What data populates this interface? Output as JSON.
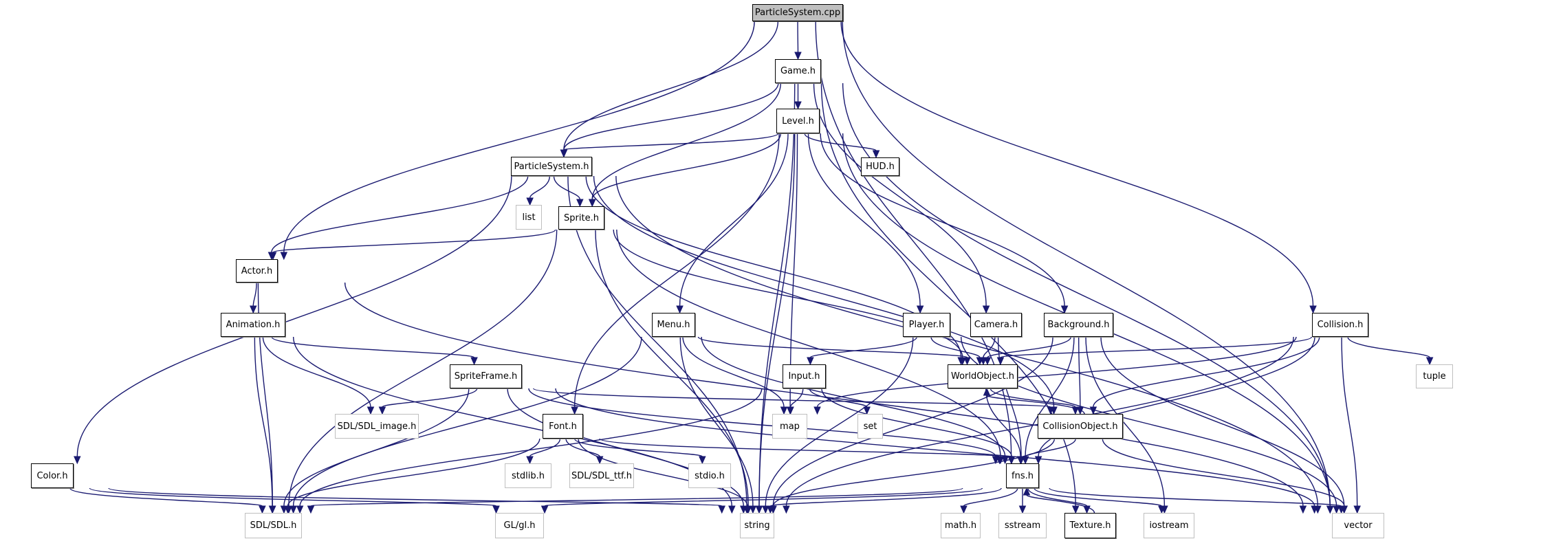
{
  "diagram": {
    "type": "include-dependency-graph",
    "root": "ParticleSystem.cpp",
    "edge_color": "#191970",
    "node_fill_root": "#bfbfbf",
    "node_border_documented": "#000000",
    "node_border_external": "#bfbfbf",
    "nodes": [
      {
        "id": "ParticleSystem_cpp",
        "label": "ParticleSystem.cpp",
        "kind": "root"
      },
      {
        "id": "Game_h",
        "label": "Game.h",
        "kind": "doc"
      },
      {
        "id": "Level_h",
        "label": "Level.h",
        "kind": "doc"
      },
      {
        "id": "ParticleSystem_h",
        "label": "ParticleSystem.h",
        "kind": "doc"
      },
      {
        "id": "HUD_h",
        "label": "HUD.h",
        "kind": "doc"
      },
      {
        "id": "list",
        "label": "list",
        "kind": "ext"
      },
      {
        "id": "Sprite_h",
        "label": "Sprite.h",
        "kind": "doc"
      },
      {
        "id": "Actor_h",
        "label": "Actor.h",
        "kind": "doc"
      },
      {
        "id": "Animation_h",
        "label": "Animation.h",
        "kind": "doc"
      },
      {
        "id": "Menu_h",
        "label": "Menu.h",
        "kind": "doc"
      },
      {
        "id": "Player_h",
        "label": "Player.h",
        "kind": "doc"
      },
      {
        "id": "Camera_h",
        "label": "Camera.h",
        "kind": "doc"
      },
      {
        "id": "Background_h",
        "label": "Background.h",
        "kind": "doc"
      },
      {
        "id": "Collision_h",
        "label": "Collision.h",
        "kind": "doc"
      },
      {
        "id": "SpriteFrame_h",
        "label": "SpriteFrame.h",
        "kind": "doc"
      },
      {
        "id": "Input_h",
        "label": "Input.h",
        "kind": "doc"
      },
      {
        "id": "WorldObject_h",
        "label": "WorldObject.h",
        "kind": "doc"
      },
      {
        "id": "tuple",
        "label": "tuple",
        "kind": "ext"
      },
      {
        "id": "map",
        "label": "map",
        "kind": "ext"
      },
      {
        "id": "set",
        "label": "set",
        "kind": "ext"
      },
      {
        "id": "SDL_image_h",
        "label": "SDL/SDL_image.h",
        "kind": "ext"
      },
      {
        "id": "Font_h",
        "label": "Font.h",
        "kind": "doc"
      },
      {
        "id": "CollisionObject_h",
        "label": "CollisionObject.h",
        "kind": "doc"
      },
      {
        "id": "Color_h",
        "label": "Color.h",
        "kind": "doc"
      },
      {
        "id": "stdlib_h",
        "label": "stdlib.h",
        "kind": "ext"
      },
      {
        "id": "SDL_ttf_h",
        "label": "SDL/SDL_ttf.h",
        "kind": "ext"
      },
      {
        "id": "stdio_h",
        "label": "stdio.h",
        "kind": "ext"
      },
      {
        "id": "fns_h",
        "label": "fns.h",
        "kind": "doc"
      },
      {
        "id": "SDL_h",
        "label": "SDL/SDL.h",
        "kind": "ext"
      },
      {
        "id": "gl_h",
        "label": "GL/gl.h",
        "kind": "ext"
      },
      {
        "id": "string",
        "label": "string",
        "kind": "ext"
      },
      {
        "id": "math_h",
        "label": "math.h",
        "kind": "ext"
      },
      {
        "id": "sstream",
        "label": "sstream",
        "kind": "ext"
      },
      {
        "id": "Texture_h",
        "label": "Texture.h",
        "kind": "doc"
      },
      {
        "id": "iostream",
        "label": "iostream",
        "kind": "ext"
      },
      {
        "id": "vector",
        "label": "vector",
        "kind": "ext"
      }
    ],
    "edges": [
      [
        "ParticleSystem_cpp",
        "Game_h"
      ],
      [
        "ParticleSystem_cpp",
        "ParticleSystem_h"
      ],
      [
        "ParticleSystem_cpp",
        "Actor_h"
      ],
      [
        "ParticleSystem_cpp",
        "Collision_h"
      ],
      [
        "ParticleSystem_cpp",
        "fns_h"
      ],
      [
        "ParticleSystem_cpp",
        "vector"
      ],
      [
        "Game_h",
        "Level_h"
      ],
      [
        "Game_h",
        "ParticleSystem_h"
      ],
      [
        "Game_h",
        "Sprite_h"
      ],
      [
        "Game_h",
        "Camera_h"
      ],
      [
        "Game_h",
        "string"
      ],
      [
        "Game_h",
        "vector"
      ],
      [
        "Game_h",
        "Texture_h"
      ],
      [
        "Level_h",
        "ParticleSystem_h"
      ],
      [
        "Level_h",
        "HUD_h"
      ],
      [
        "Level_h",
        "Sprite_h"
      ],
      [
        "Level_h",
        "Menu_h"
      ],
      [
        "Level_h",
        "Player_h"
      ],
      [
        "Level_h",
        "Background_h"
      ],
      [
        "Level_h",
        "Font_h"
      ],
      [
        "Level_h",
        "map"
      ],
      [
        "Level_h",
        "string"
      ],
      [
        "Level_h",
        "vector"
      ],
      [
        "ParticleSystem_h",
        "list"
      ],
      [
        "ParticleSystem_h",
        "Sprite_h"
      ],
      [
        "ParticleSystem_h",
        "Actor_h"
      ],
      [
        "ParticleSystem_h",
        "Color_h"
      ],
      [
        "ParticleSystem_h",
        "WorldObject_h"
      ],
      [
        "ParticleSystem_h",
        "CollisionObject_h"
      ],
      [
        "ParticleSystem_h",
        "string"
      ],
      [
        "ParticleSystem_h",
        "vector"
      ],
      [
        "Sprite_h",
        "Actor_h"
      ],
      [
        "Sprite_h",
        "SDL_h"
      ],
      [
        "Sprite_h",
        "WorldObject_h"
      ],
      [
        "Sprite_h",
        "string"
      ],
      [
        "Sprite_h",
        "fns_h"
      ],
      [
        "Actor_h",
        "Animation_h"
      ],
      [
        "Actor_h",
        "SDL_h"
      ],
      [
        "Actor_h",
        "vector"
      ],
      [
        "Animation_h",
        "SpriteFrame_h"
      ],
      [
        "Animation_h",
        "SDL_image_h"
      ],
      [
        "Animation_h",
        "SDL_h"
      ],
      [
        "Animation_h",
        "string"
      ],
      [
        "Menu_h",
        "WorldObject_h"
      ],
      [
        "Menu_h",
        "SDL_h"
      ],
      [
        "Menu_h",
        "map"
      ],
      [
        "Menu_h",
        "string"
      ],
      [
        "Menu_h",
        "fns_h"
      ],
      [
        "Player_h",
        "Input_h"
      ],
      [
        "Player_h",
        "WorldObject_h"
      ],
      [
        "Player_h",
        "string"
      ],
      [
        "Player_h",
        "vector"
      ],
      [
        "Camera_h",
        "WorldObject_h"
      ],
      [
        "Camera_h",
        "fns_h"
      ],
      [
        "Background_h",
        "WorldObject_h"
      ],
      [
        "Background_h",
        "CollisionObject_h"
      ],
      [
        "Background_h",
        "fns_h"
      ],
      [
        "Background_h",
        "string"
      ],
      [
        "Background_h",
        "iostream"
      ],
      [
        "Background_h",
        "vector"
      ],
      [
        "Collision_h",
        "WorldObject_h"
      ],
      [
        "Collision_h",
        "CollisionObject_h"
      ],
      [
        "Collision_h",
        "map"
      ],
      [
        "Collision_h",
        "tuple"
      ],
      [
        "Collision_h",
        "fns_h"
      ],
      [
        "Collision_h",
        "string"
      ],
      [
        "Collision_h",
        "vector"
      ],
      [
        "SpriteFrame_h",
        "SDL_image_h"
      ],
      [
        "SpriteFrame_h",
        "SDL_h"
      ],
      [
        "SpriteFrame_h",
        "CollisionObject_h"
      ],
      [
        "SpriteFrame_h",
        "fns_h"
      ],
      [
        "SpriteFrame_h",
        "string"
      ],
      [
        "SpriteFrame_h",
        "vector"
      ],
      [
        "Input_h",
        "map"
      ],
      [
        "Input_h",
        "set"
      ],
      [
        "Input_h",
        "SDL_h"
      ],
      [
        "Input_h",
        "fns_h"
      ],
      [
        "WorldObject_h",
        "CollisionObject_h"
      ],
      [
        "WorldObject_h",
        "fns_h"
      ],
      [
        "CollisionObject_h",
        "WorldObject_h"
      ],
      [
        "CollisionObject_h",
        "fns_h"
      ],
      [
        "CollisionObject_h",
        "string"
      ],
      [
        "CollisionObject_h",
        "vector"
      ],
      [
        "Font_h",
        "stdlib_h"
      ],
      [
        "Font_h",
        "SDL_ttf_h"
      ],
      [
        "Font_h",
        "stdio_h"
      ],
      [
        "Font_h",
        "SDL_h"
      ],
      [
        "Font_h",
        "string"
      ],
      [
        "Font_h",
        "fns_h"
      ],
      [
        "Color_h",
        "SDL_h"
      ],
      [
        "Color_h",
        "gl_h"
      ],
      [
        "Color_h",
        "string"
      ],
      [
        "fns_h",
        "SDL_h"
      ],
      [
        "fns_h",
        "gl_h"
      ],
      [
        "fns_h",
        "string"
      ],
      [
        "fns_h",
        "math_h"
      ],
      [
        "fns_h",
        "sstream"
      ],
      [
        "fns_h",
        "Texture_h"
      ],
      [
        "fns_h",
        "iostream"
      ],
      [
        "fns_h",
        "vector"
      ],
      [
        "Texture_h",
        "fns_h"
      ]
    ]
  }
}
